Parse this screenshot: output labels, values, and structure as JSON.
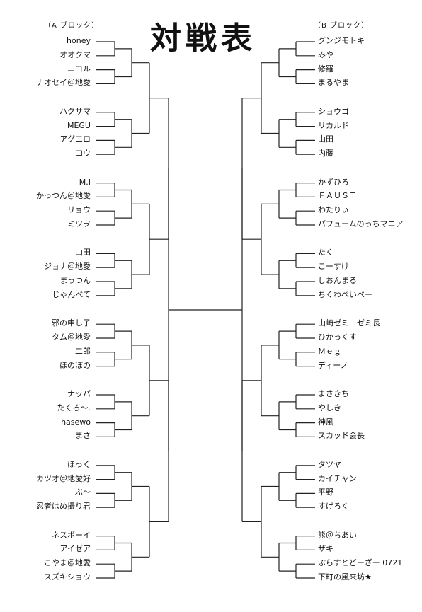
{
  "title": "対戦表",
  "a_block": {
    "label": "（A ブロック）",
    "players": [
      "honey",
      "オオクマ",
      "ニコル",
      "ナオセイ＠地愛",
      "ハクサマ",
      "MEGU",
      "アグエロ",
      "コウ",
      "M.I",
      "かっつん＠地愛",
      "リョウ",
      "ミツヲ",
      "山田",
      "ジョナ＠地愛",
      "まっつん",
      "じゃんべて",
      "邪の申し子",
      "タム＠地愛",
      "二郎",
      "ほのぼの",
      "ナッパ",
      "たくろ～.",
      "hasewo",
      "まさ",
      "ほっく",
      "カツオ＠地愛好",
      "ぶ～",
      "忍者はめ撮り君",
      "ネスポーイ",
      "アイゼア",
      "こやま＠地愛",
      "スズキショウ"
    ]
  },
  "b_block": {
    "label": "（B ブロック）",
    "players": [
      "グンジモトキ",
      "みや",
      "修羅",
      "まるやま",
      "ショウゴ",
      "リカルド",
      "山田",
      "内藤",
      "かずひろ",
      "ＦＡＵＳＴ",
      "わたりぃ",
      "パフュームのっちマニア",
      "たく",
      "こーすけ",
      "しおんまる",
      "ちくわべいベー",
      "山崎ゼミ　ゼミ長",
      "ひかっくす",
      "Ｍｅｇ",
      "ディーノ",
      "まさきち",
      "やしき",
      "神風",
      "スカッド会長",
      "タツヤ",
      "カイチャン",
      "平野",
      "すげろく",
      "熊＠ちあい",
      "ザキ",
      "ぶらすとどーざー 0721",
      "下町の風来坊★"
    ]
  }
}
